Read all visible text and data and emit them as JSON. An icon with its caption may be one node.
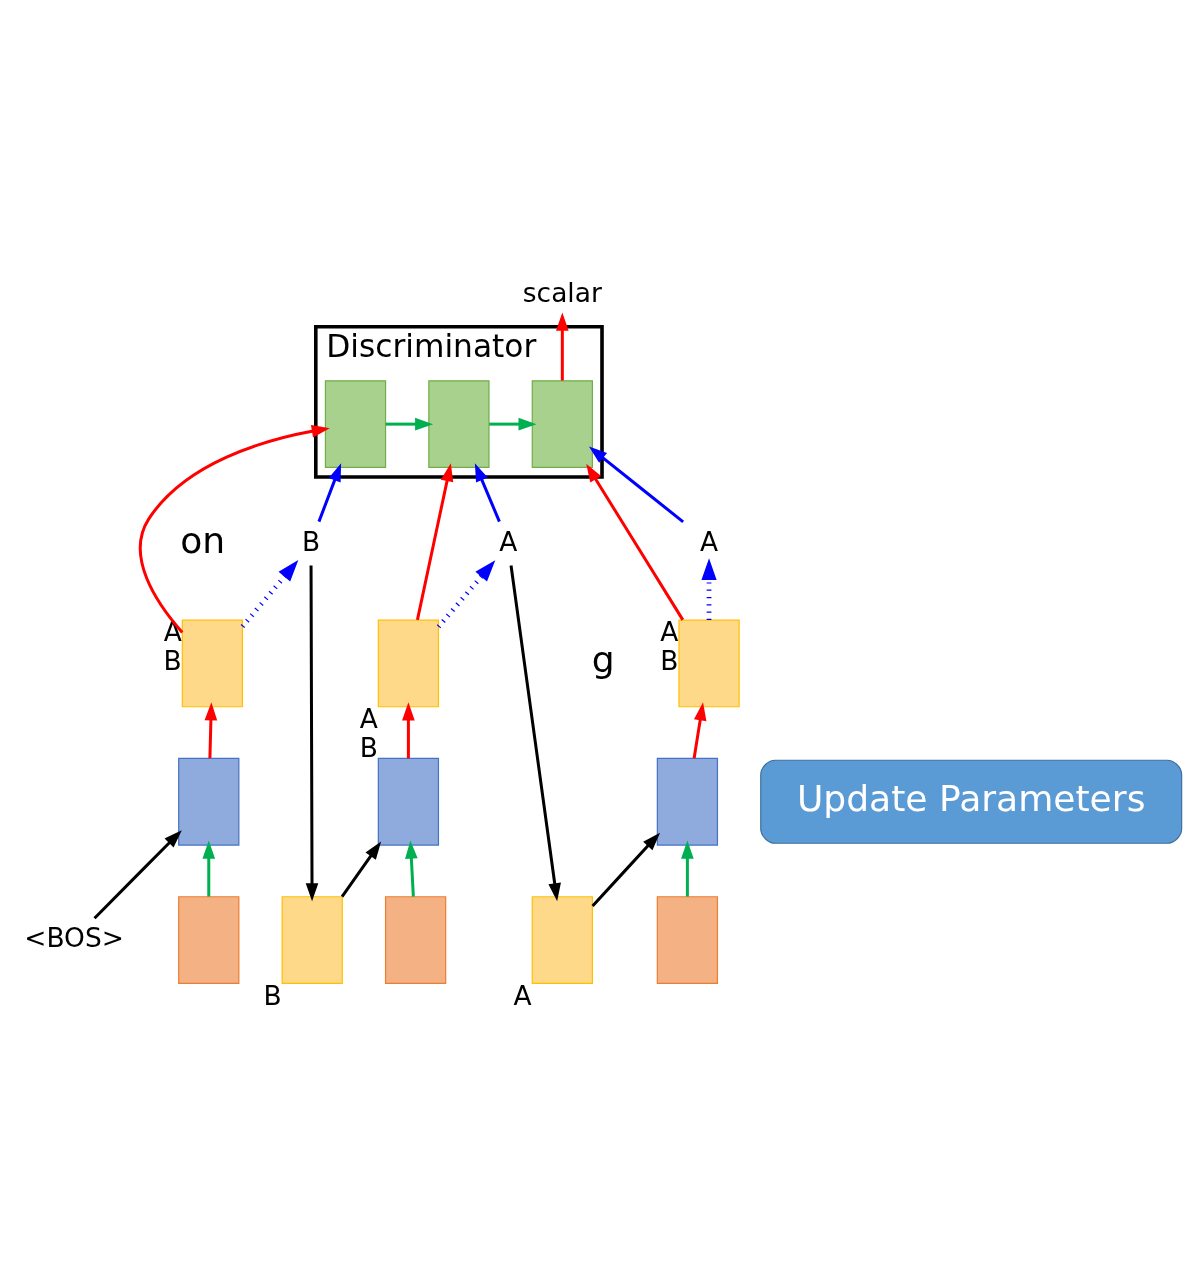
{
  "diagram": {
    "nodes": [
      {
        "text": [
          "scalar"
        ]
      },
      {
        "text": [
          "Discriminator"
        ]
      },
      {
        "text": [],
        "shape": "box",
        "in": 1
      },
      {
        "text": [],
        "shape": "box",
        "in": 1
      },
      {
        "text": [],
        "shape": "box",
        "in": 1
      },
      {
        "text": [
          "B"
        ]
      },
      {
        "text": [
          "A"
        ]
      },
      {
        "text": [
          "A"
        ]
      },
      {
        "text": [],
        "shape": "box",
        "beside": [
          "A",
          "B"
        ]
      },
      {
        "text": [],
        "shape": "box",
        "beside": [
          "A",
          "B"
        ]
      },
      {
        "text": [],
        "shape": "box",
        "beside": [
          "A",
          "B"
        ]
      },
      {
        "text": [
          "Update Parameters"
        ]
      },
      {
        "text": [],
        "shape": "box"
      },
      {
        "text": [],
        "shape": "box"
      },
      {
        "text": [],
        "shape": "box"
      },
      {
        "text": [
          "<BOS>"
        ]
      },
      {
        "text": [],
        "shape": "box",
        "beside": [
          "B"
        ]
      },
      {
        "text": [],
        "shape": "box",
        "beside": [
          "A"
        ]
      },
      {
        "text": [],
        "shape": "box"
      },
      {
        "text": [],
        "shape": "box"
      },
      {
        "text": [],
        "shape": "box"
      }
    ],
    "edges": [
      {
        "from": 4,
        "to": 0,
        "arrow": "to"
      },
      {
        "from": 2,
        "to": 3,
        "arrow": "to",
        "color": "#00b050"
      },
      {
        "from": 3,
        "to": 4,
        "arrow": "to",
        "color": "#00b050"
      },
      {
        "from": 5,
        "to": 2,
        "arrow": "to",
        "color": "#0000ff"
      },
      {
        "from": 6,
        "to": 3,
        "arrow": "to",
        "color": "#0000ff"
      },
      {
        "from": 7,
        "to": 4,
        "arrow": "to",
        "color": "#0000ff"
      },
      {
        "from": 8,
        "to": 2,
        "arrow": "to"
      },
      {
        "from": 9,
        "to": 3,
        "arrow": "to"
      },
      {
        "from": 10,
        "to": 4,
        "arrow": "to"
      },
      {
        "from": 8,
        "to": 5,
        "arrow": "to",
        "style": "dashed",
        "color": "#0000ff"
      },
      {
        "from": 9,
        "to": 6,
        "arrow": "to",
        "style": "dashed",
        "color": "#0000ff"
      },
      {
        "from": 10,
        "to": 7,
        "arrow": "to",
        "style": "dashed",
        "color": "#0000ff"
      },
      {
        "from": 12,
        "to": 8,
        "arrow": "to"
      },
      {
        "from": 13,
        "to": 9,
        "arrow": "to"
      },
      {
        "from": 14,
        "to": 10,
        "arrow": "to"
      },
      {
        "from": 15,
        "to": 12,
        "arrow": "to",
        "color": "#000000"
      },
      {
        "from": 18,
        "to": 12,
        "arrow": "to",
        "color": "#00b050"
      },
      {
        "from": 19,
        "to": 13,
        "arrow": "to",
        "color": "#00b050"
      },
      {
        "from": 20,
        "to": 14,
        "arrow": "to",
        "color": "#00b050"
      },
      {
        "from": 5,
        "to": 16,
        "arrow": "to",
        "color": "#000000"
      },
      {
        "from": 6,
        "to": 17,
        "arrow": "to",
        "color": "#000000"
      },
      {
        "from": 16,
        "to": 13,
        "arrow": "to",
        "color": "#000000"
      },
      {
        "from": 17,
        "to": 14,
        "arrow": "to",
        "color": "#000000"
      }
    ],
    "labels": [
      "on",
      "g"
    ]
  }
}
